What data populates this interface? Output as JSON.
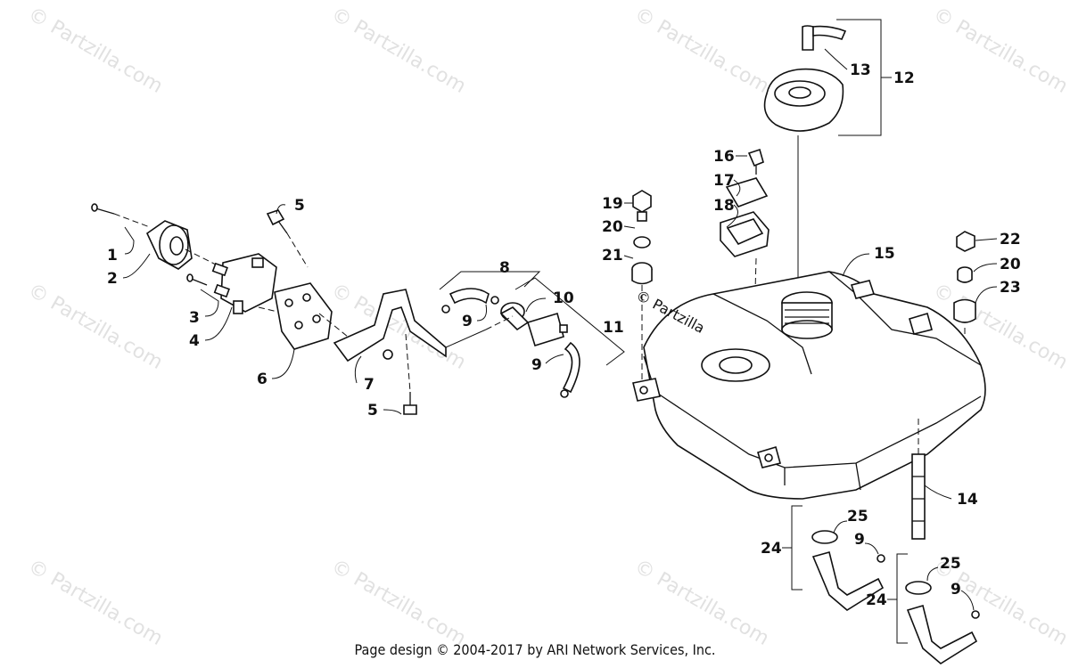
{
  "footer_text": "Page design © 2004-2017 by ARI Network Services, Inc.",
  "watermark": "© Partzilla.com",
  "stamp_text": "© Partzilla",
  "callouts": [
    "1",
    "2",
    "3",
    "4",
    "5",
    "5",
    "6",
    "7",
    "8",
    "9",
    "9",
    "9",
    "9",
    "10",
    "11",
    "12",
    "13",
    "14",
    "15",
    "16",
    "17",
    "18",
    "19",
    "20",
    "20",
    "21",
    "22",
    "23",
    "24",
    "24",
    "25",
    "25"
  ],
  "colors": {
    "line": "#111111",
    "background": "#ffffff",
    "watermark": "#c9c9c9"
  }
}
